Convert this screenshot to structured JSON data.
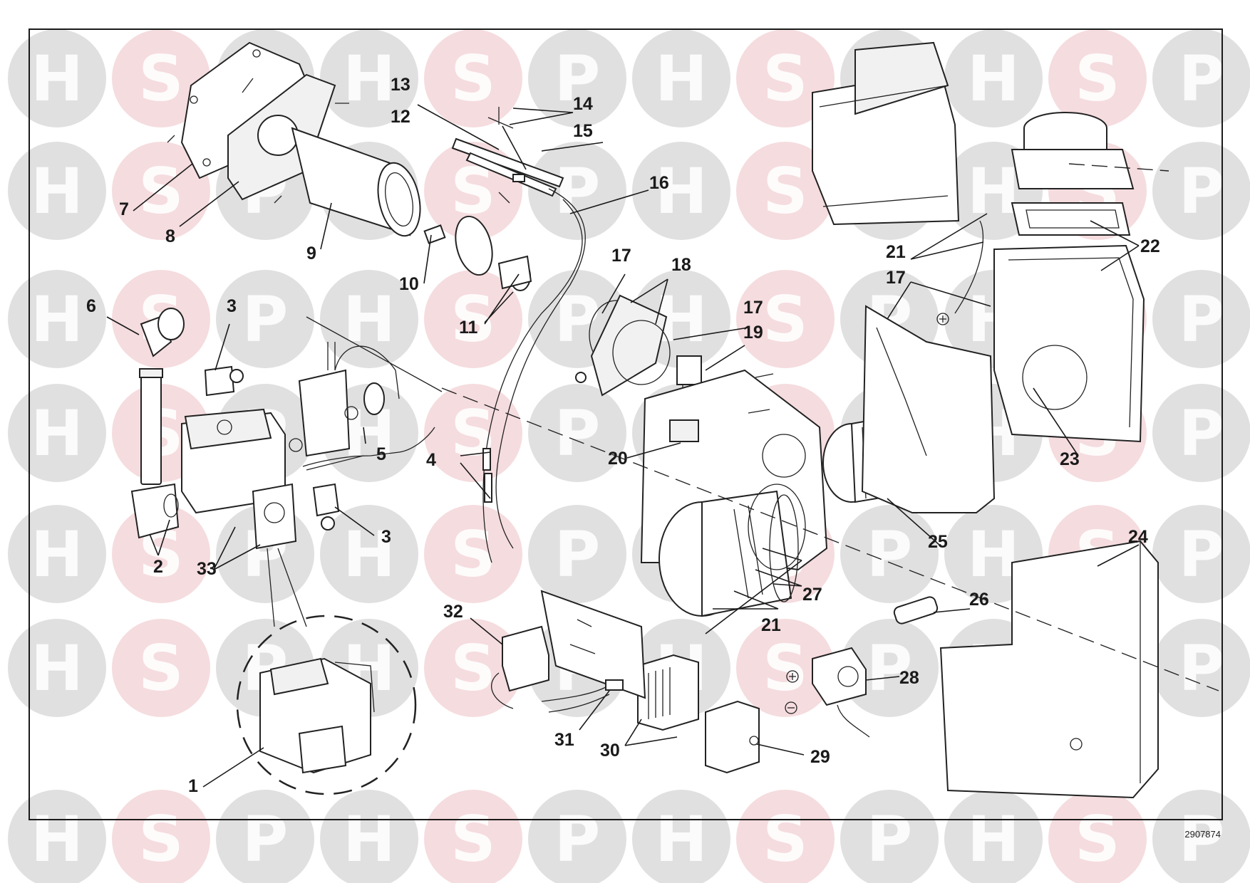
{
  "watermark": {
    "letters": [
      "H",
      "S",
      "P"
    ],
    "colors": {
      "H": "#c6c6c6",
      "S": "#ecc0c4",
      "P": "#c6c6c6"
    }
  },
  "callouts": [
    "1",
    "2",
    "3",
    "3",
    "4",
    "5",
    "6",
    "7",
    "8",
    "9",
    "10",
    "11",
    "12",
    "13",
    "14",
    "15",
    "16",
    "17",
    "17",
    "17",
    "18",
    "19",
    "20",
    "21",
    "21",
    "22",
    "23",
    "24",
    "25",
    "26",
    "27",
    "28",
    "29",
    "30",
    "31",
    "32",
    "33"
  ],
  "reference_number": "2907874",
  "colors": {
    "frame": "#1a1a1a",
    "ink": "#222222",
    "background": "#ffffff"
  }
}
